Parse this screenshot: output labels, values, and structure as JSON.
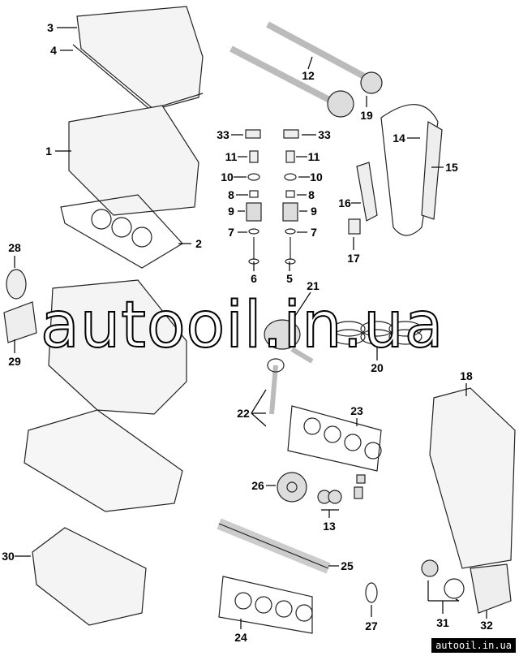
{
  "diagram": {
    "callouts": [
      "3",
      "4",
      "1",
      "2",
      "28",
      "29",
      "30",
      "12",
      "19",
      "14",
      "15",
      "16",
      "17",
      "33",
      "33",
      "11",
      "11",
      "10",
      "10",
      "8",
      "8",
      "9",
      "9",
      "7",
      "7",
      "6",
      "5",
      "21",
      "20",
      "22",
      "23",
      "18",
      "26",
      "13",
      "25",
      "27",
      "24",
      "31",
      "32"
    ]
  },
  "watermark": {
    "main": "autooil.in.ua",
    "corner": "autooil.in.ua"
  }
}
